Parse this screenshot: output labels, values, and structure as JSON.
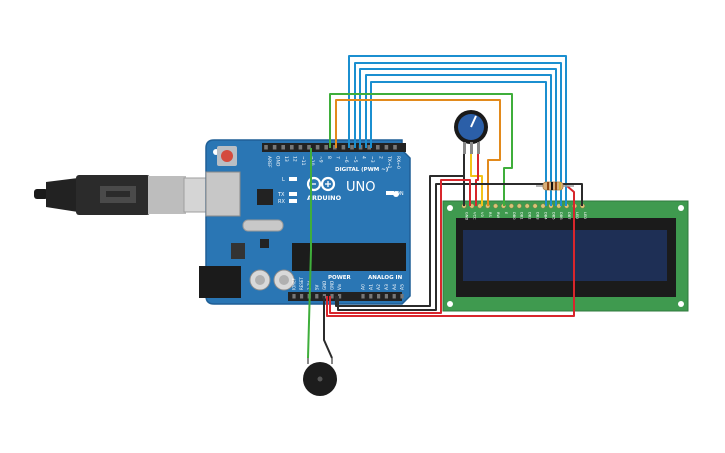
{
  "arduino": {
    "logo_text": "ARDUINO",
    "model": "UNO",
    "digital_header_label": "DIGITAL (PWM ~)",
    "power_label": "POWER",
    "analog_label": "ANALOG IN",
    "led_l": "L",
    "led_tx": "TX",
    "led_rx": "RX",
    "led_on": "ON",
    "digital_pins": [
      "AREF",
      "GND",
      "13",
      "12",
      "~11",
      "~10",
      "~9",
      "8",
      "7",
      "~6",
      "~5",
      "4",
      "~3",
      "2",
      "TX→1",
      "RX←0"
    ],
    "power_pins": [
      "IOREF",
      "RESET",
      "3.3V",
      "5V",
      "GND",
      "GND",
      "Vin"
    ],
    "analog_pins": [
      "A0",
      "A1",
      "A2",
      "A3",
      "A4",
      "A5"
    ]
  },
  "lcd": {
    "pins": [
      "GND",
      "VCC",
      "V0",
      "RS",
      "RW",
      "E",
      "DB0",
      "DB1",
      "DB2",
      "DB3",
      "DB4",
      "DB5",
      "DB6",
      "DB7",
      "LED",
      "LED"
    ]
  },
  "colors": {
    "board": "#2a76b4",
    "board_edge": "#1f5f96",
    "lcd_pcb": "#3f9a4f",
    "lcd_screen": "#1e2f55",
    "wire_blue": "#1b8fd0",
    "wire_orange": "#e28a1c",
    "wire_green": "#3fae3b",
    "wire_red": "#d8262c",
    "wire_black": "#2b2b2b",
    "wire_yellow": "#f2c318"
  }
}
